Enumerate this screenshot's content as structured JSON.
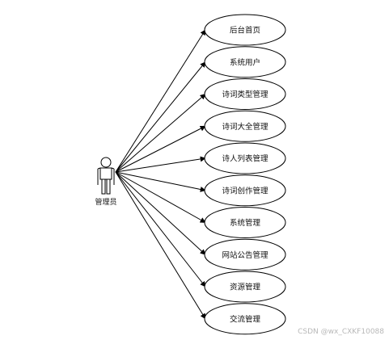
{
  "actor": {
    "label": "管理员"
  },
  "use_cases": [
    {
      "label": "后台首页"
    },
    {
      "label": "系统用户"
    },
    {
      "label": "诗词类型管理"
    },
    {
      "label": "诗词大全管理"
    },
    {
      "label": "诗人列表管理"
    },
    {
      "label": "诗词创作管理"
    },
    {
      "label": "系统管理"
    },
    {
      "label": "网站公告管理"
    },
    {
      "label": "资源管理"
    },
    {
      "label": "交流管理"
    }
  ],
  "watermark": "CSDN @wx_CXKF10088",
  "colors": {
    "stroke": "#000000",
    "background": "#ffffff",
    "watermark": "#b8b8b8"
  }
}
